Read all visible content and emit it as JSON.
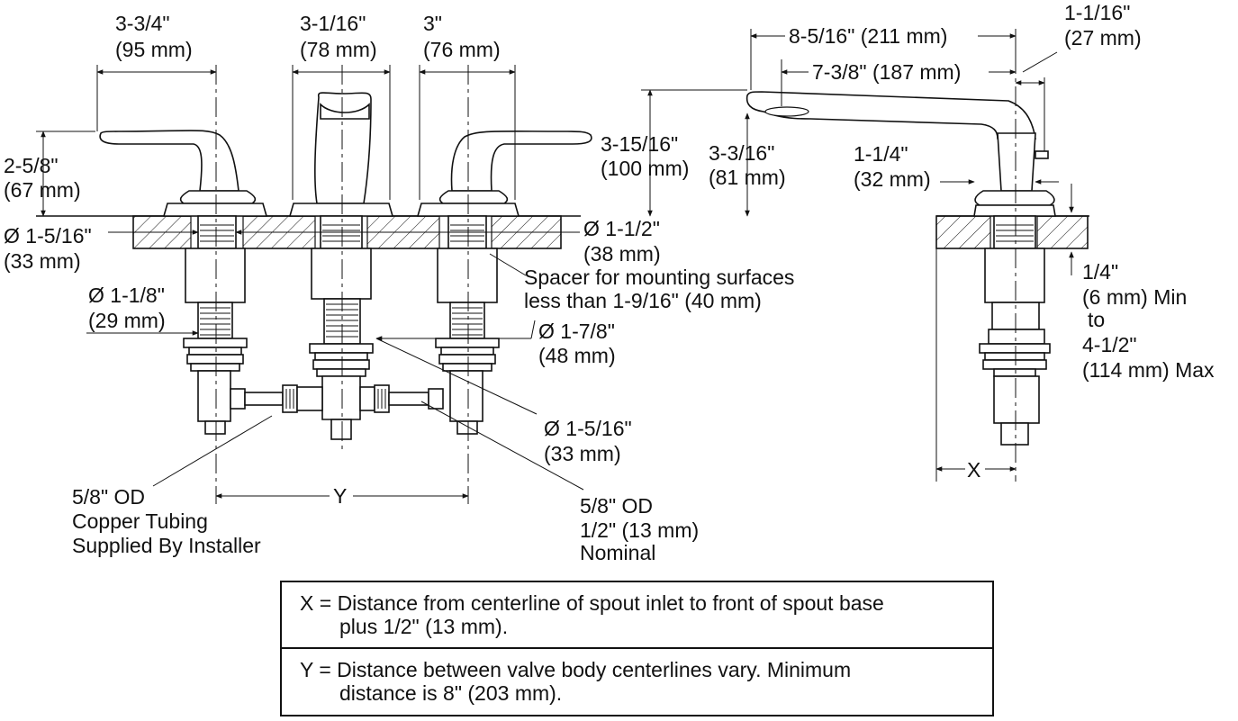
{
  "dimensions": {
    "handle_reach": [
      "3-3/4\"",
      "(95 mm)"
    ],
    "valve_width": [
      "3-1/16\"",
      "(78 mm)"
    ],
    "handle_width_right": [
      "3\"",
      "(76 mm)"
    ],
    "handle_height": [
      "2-5/8\"",
      "(67 mm)"
    ],
    "escutcheon_dia": [
      "Ø 1-5/16\"",
      "(33 mm)"
    ],
    "shank_dia": [
      "Ø 1-1/8\"",
      "(29 mm)"
    ],
    "hole_dia": [
      "Ø 1-1/2\"",
      "(38 mm)"
    ],
    "spacer_note": [
      "Spacer for mounting surfaces",
      "less than 1-9/16\" (40 mm)"
    ],
    "nut_dia": [
      "Ø 1-7/8\"",
      "(48 mm)"
    ],
    "outlet_dia": [
      "Ø 1-5/16\"",
      "(33 mm)"
    ],
    "supply_left": [
      "5/8\" OD",
      "Copper Tubing",
      "Supplied By Installer"
    ],
    "supply_right": [
      "5/8\" OD",
      "1/2\" (13 mm)",
      "Nominal"
    ],
    "y_label": "Y",
    "spout_total": "8-5/16\" (211 mm)",
    "spout_reach": "7-3/8\" (187 mm)",
    "spout_height": [
      "3-15/16\"",
      "(100 mm)"
    ],
    "spout_clearance": [
      "3-3/16\"",
      "(81 mm)"
    ],
    "spout_base": [
      "1-1/4\"",
      "(32 mm)"
    ],
    "spout_offset": [
      "1-1/16\"",
      "(27 mm)"
    ],
    "deck_range": [
      "1/4\"",
      "(6 mm) Min",
      "to",
      "4-1/2\"",
      "(114 mm) Max"
    ],
    "x_label": "X"
  },
  "legend": {
    "x_prefix": "X = ",
    "x_line1": "Distance from centerline of spout  inlet to front of spout base",
    "x_line2": "plus 1/2\" (13 mm).",
    "y_prefix": "Y = ",
    "y_line1": "Distance between valve body centerlines vary. Minimum",
    "y_line2": "distance is 8\" (203 mm)."
  }
}
